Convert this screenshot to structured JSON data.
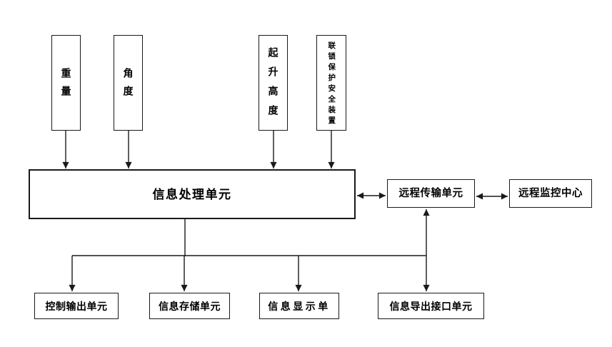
{
  "diagram": {
    "colors": {
      "background": "#ffffff",
      "line": "#1a1a1a",
      "text": "#000000",
      "box_fill": "#ffffff"
    },
    "sensors": [
      {
        "id": "weight",
        "label": "重量"
      },
      {
        "id": "angle",
        "label": "角度"
      },
      {
        "id": "hoisting-height",
        "label": "起升高度"
      },
      {
        "id": "interlock-protection-safety-device",
        "label": "联锁保护安全装置"
      }
    ],
    "processing_unit": {
      "label": "信息处理单元"
    },
    "remote_transmission_unit": {
      "label": "远程传输单元"
    },
    "remote_monitoring_center": {
      "label": "远程监控中心"
    },
    "output_units": [
      {
        "id": "control-output-unit",
        "label": "控制输出单元"
      },
      {
        "id": "info-storage-unit",
        "label": "信息存储单元"
      },
      {
        "id": "info-display-unit",
        "label": "信息显示单"
      },
      {
        "id": "info-export-interface-unit",
        "label": "信息导出接口单元"
      }
    ]
  }
}
